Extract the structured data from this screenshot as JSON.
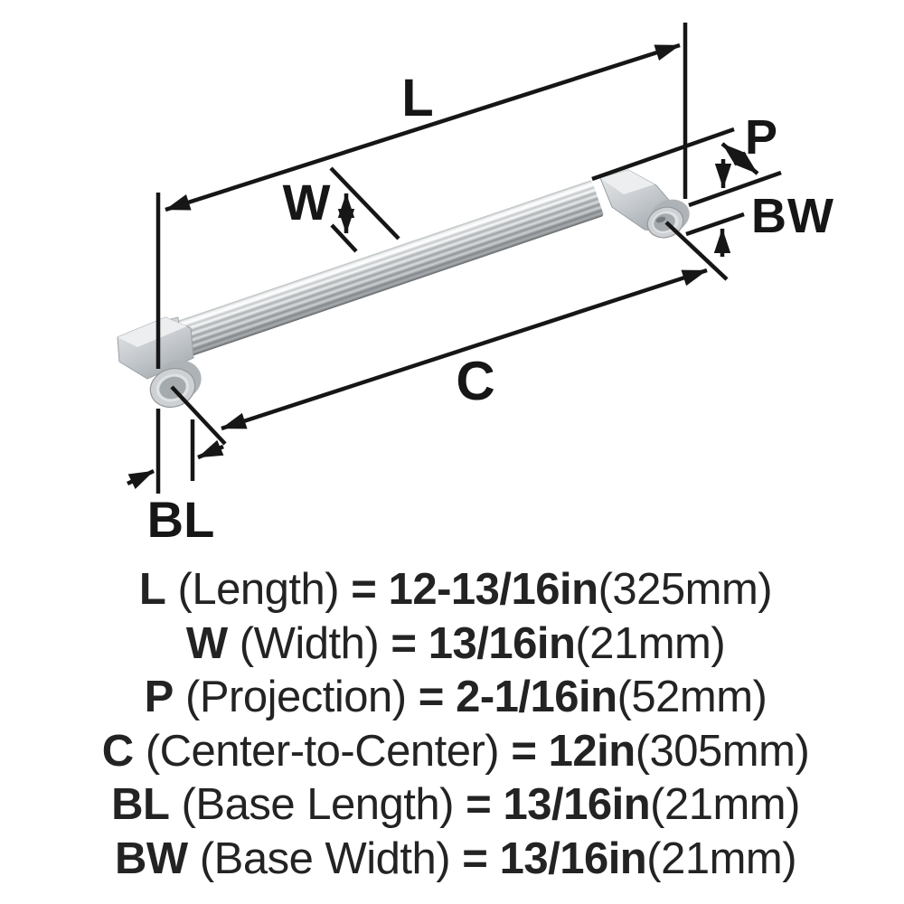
{
  "product_diagram": {
    "type": "cabinet-pull-dimension-drawing",
    "labels": {
      "L": "L",
      "W": "W",
      "P": "P",
      "C": "C",
      "BL": "BL",
      "BW": "BW"
    },
    "colors": {
      "line": "#161616",
      "text": "#232323",
      "background": "#ffffff",
      "metal_light": "#f4f5f6",
      "metal_mid": "#c3c7ca",
      "metal_dark": "#83878b"
    }
  },
  "legend": {
    "rows": [
      {
        "symbol": "L",
        "name": "(Length)",
        "eq": "=",
        "imperial": "12-13/16in",
        "metric": "(325mm)"
      },
      {
        "symbol": "W",
        "name": "(Width)",
        "eq": "=",
        "imperial": "13/16in",
        "metric": "(21mm)"
      },
      {
        "symbol": "P",
        "name": "(Projection)",
        "eq": "=",
        "imperial": "2-1/16in",
        "metric": "(52mm)"
      },
      {
        "symbol": "C",
        "name": "(Center-to-Center)",
        "eq": "=",
        "imperial": "12in",
        "metric": "(305mm)"
      },
      {
        "symbol": "BL",
        "name": "(Base Length)",
        "eq": "=",
        "imperial": "13/16in",
        "metric": "(21mm)"
      },
      {
        "symbol": "BW",
        "name": "(Base Width)",
        "eq": "=",
        "imperial": "13/16in",
        "metric": "(21mm)"
      }
    ]
  }
}
